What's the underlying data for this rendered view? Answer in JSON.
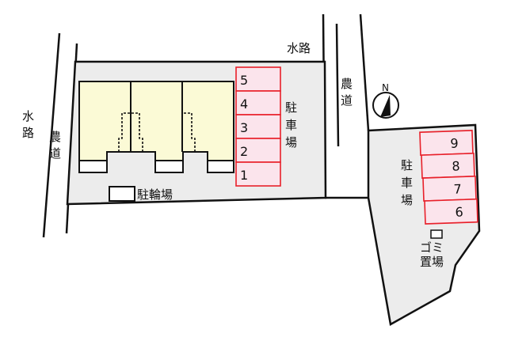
{
  "labels": {
    "waterway_top": "水路",
    "waterway_left": [
      "水",
      "路"
    ],
    "farm_road_left": [
      "農",
      "道"
    ],
    "farm_road_right": [
      "農",
      "道"
    ],
    "parking_left": [
      "駐",
      "車",
      "場"
    ],
    "parking_right": [
      "駐",
      "車",
      "場"
    ],
    "bicycle_parking": "駐輪場",
    "garbage_area": [
      "ゴミ",
      "置場"
    ],
    "compass_north": "N"
  },
  "parking_spaces_left": [
    "5",
    "4",
    "3",
    "2",
    "1"
  ],
  "parking_spaces_right": [
    "9",
    "8",
    "7",
    "6"
  ],
  "colors": {
    "parking_fill": "#fbe4ec",
    "parking_stroke": "#e8202a",
    "building_fill": "#fbfad6",
    "lot_fill": "#ececec"
  }
}
